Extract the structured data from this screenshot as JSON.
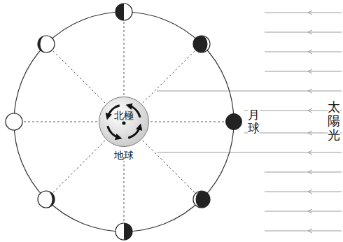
{
  "diagram": {
    "nodes": [
      {
        "text": [
          "北極",
          "地球"
        ]
      },
      {
        "text": [
          "月球"
        ]
      }
    ],
    "edges": [
      {
        "from": 0,
        "to": 1,
        "arrow": "none"
      }
    ],
    "labels": [
      "太陽光"
    ]
  }
}
